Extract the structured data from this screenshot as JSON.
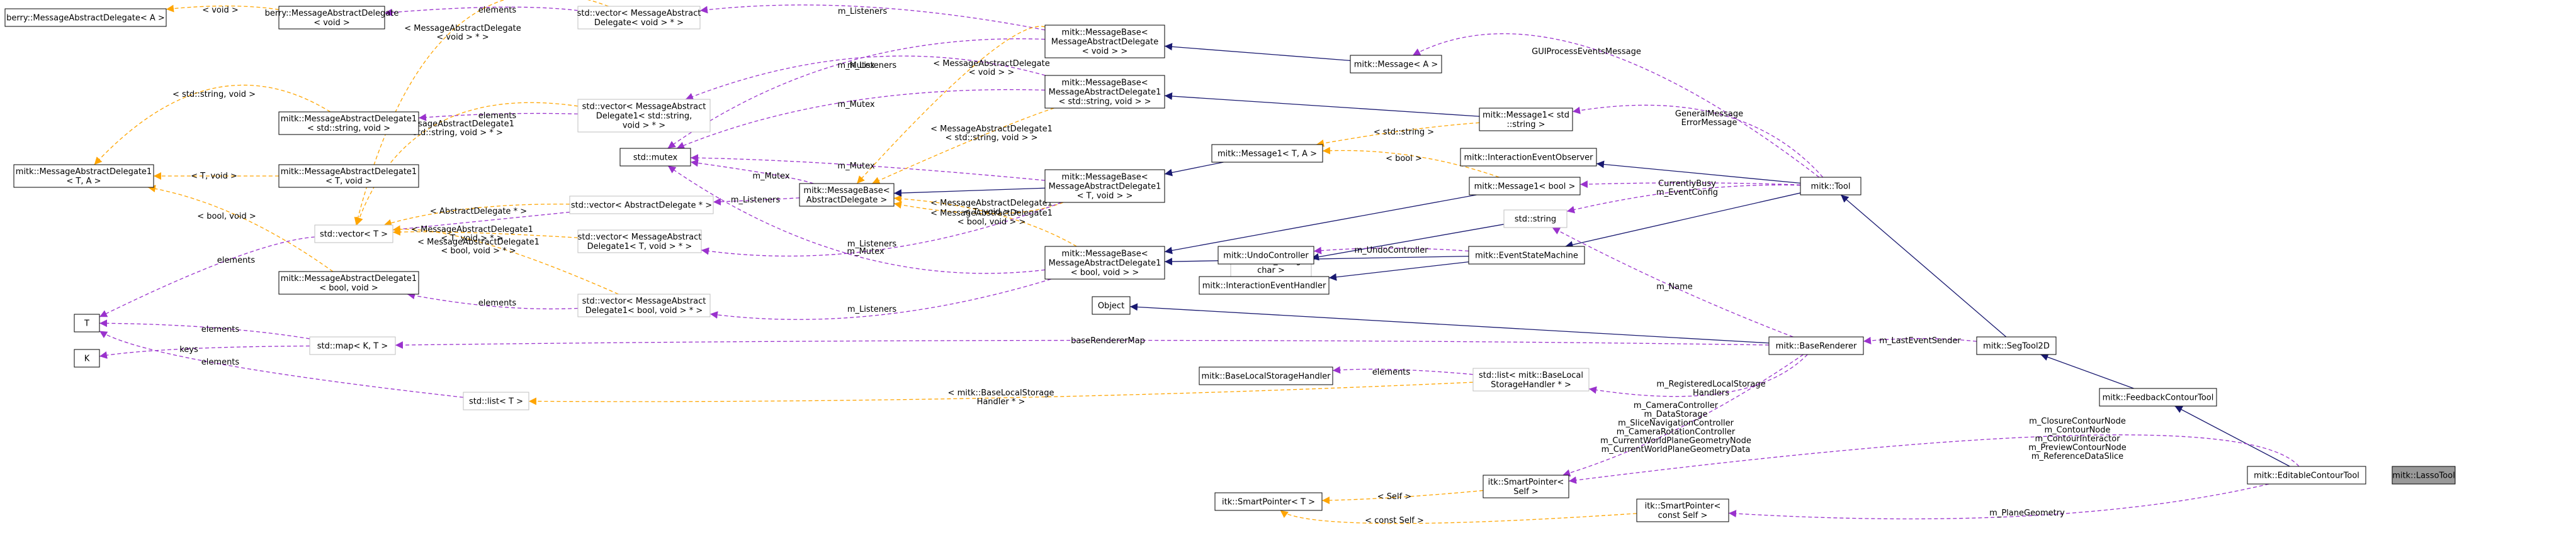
{
  "nodes": [
    {
      "id": "berry_mad",
      "lines": [
        "berry::MessageAbstractDelegate< A >"
      ],
      "template": false
    },
    {
      "id": "berry_mad_void",
      "lines": [
        "berry::MessageAbstractDelegate",
        "< void >"
      ],
      "template": false
    },
    {
      "id": "vec_mad_void",
      "lines": [
        "std::vector< MessageAbstract",
        "Delegate< void > * >"
      ],
      "template": true
    },
    {
      "id": "mb_mad_void",
      "lines": [
        "mitk::MessageBase<",
        "MessageAbstractDelegate",
        "< void > >"
      ],
      "template": false
    },
    {
      "id": "message_a",
      "lines": [
        "mitk::Message< A >"
      ],
      "template": false
    },
    {
      "id": "mad1_string",
      "lines": [
        "mitk::MessageAbstractDelegate1",
        "< std::string, void >"
      ],
      "template": false
    },
    {
      "id": "vec_mad1_string",
      "lines": [
        "std::vector< MessageAbstract",
        "Delegate1< std::string,",
        "void > * >"
      ],
      "template": true
    },
    {
      "id": "mb_mad1_string",
      "lines": [
        "mitk::MessageBase<",
        "MessageAbstractDelegate1",
        "< std::string, void > >"
      ],
      "template": false
    },
    {
      "id": "message1_string",
      "lines": [
        "mitk::Message1< std",
        "::string >"
      ],
      "template": false
    },
    {
      "id": "mad1_ta",
      "lines": [
        "mitk::MessageAbstractDelegate1",
        "< T, A >"
      ],
      "template": false
    },
    {
      "id": "mad1_tvoid",
      "lines": [
        "mitk::MessageAbstractDelegate1",
        "< T, void >"
      ],
      "template": false
    },
    {
      "id": "mutex",
      "lines": [
        "std::mutex"
      ],
      "template": false
    },
    {
      "id": "message1_ta",
      "lines": [
        "mitk::Message1< T, A >"
      ],
      "template": false
    },
    {
      "id": "interaction_observer",
      "lines": [
        "mitk::InteractionEventObserver"
      ],
      "template": false
    },
    {
      "id": "mb_ad",
      "lines": [
        "mitk::MessageBase<",
        "AbstractDelegate >"
      ],
      "template": false
    },
    {
      "id": "mb_mad1_tvoid",
      "lines": [
        "mitk::MessageBase<",
        "MessageAbstractDelegate1",
        "< T, void > >"
      ],
      "template": false
    },
    {
      "id": "message1_bool",
      "lines": [
        "mitk::Message1< bool >"
      ],
      "template": false
    },
    {
      "id": "tool",
      "lines": [
        "mitk::Tool"
      ],
      "template": false
    },
    {
      "id": "vec_ad",
      "lines": [
        "std::vector< AbstractDelegate * >"
      ],
      "template": true
    },
    {
      "id": "vec_t",
      "lines": [
        "std::vector< T >"
      ],
      "template": true
    },
    {
      "id": "string",
      "lines": [
        "std::string"
      ],
      "template": true
    },
    {
      "id": "vec_mad1_tvoid",
      "lines": [
        "std::vector< MessageAbstract",
        "Delegate1< T, void > * >"
      ],
      "template": true
    },
    {
      "id": "basic_string",
      "lines": [
        "std::basic_string<",
        "char >"
      ],
      "template": true
    },
    {
      "id": "undo",
      "lines": [
        "mitk::UndoController"
      ],
      "template": false
    },
    {
      "id": "esm",
      "lines": [
        "mitk::EventStateMachine"
      ],
      "template": false
    },
    {
      "id": "mb_mad1_bool",
      "lines": [
        "mitk::MessageBase<",
        "MessageAbstractDelegate1",
        "< bool, void > >"
      ],
      "template": false
    },
    {
      "id": "mad1_bool",
      "lines": [
        "mitk::MessageAbstractDelegate1",
        "< bool, void >"
      ],
      "template": false
    },
    {
      "id": "vec_mad1_bool",
      "lines": [
        "std::vector< MessageAbstract",
        "Delegate1< bool, void > * >"
      ],
      "template": true
    },
    {
      "id": "interaction_handler",
      "lines": [
        "mitk::InteractionEventHandler"
      ],
      "template": false
    },
    {
      "id": "object",
      "lines": [
        "Object"
      ],
      "template": false
    },
    {
      "id": "t",
      "lines": [
        "T"
      ],
      "template": false
    },
    {
      "id": "map",
      "lines": [
        "std::map< K, T >"
      ],
      "template": true
    },
    {
      "id": "base_renderer",
      "lines": [
        "mitk::BaseRenderer"
      ],
      "template": false
    },
    {
      "id": "segtool2d",
      "lines": [
        "mitk::SegTool2D"
      ],
      "template": false
    },
    {
      "id": "k",
      "lines": [
        "K"
      ],
      "template": false
    },
    {
      "id": "list_t",
      "lines": [
        "std::list< T >"
      ],
      "template": true
    },
    {
      "id": "bls_handler",
      "lines": [
        "mitk::BaseLocalStorageHandler"
      ],
      "template": false
    },
    {
      "id": "list_bls",
      "lines": [
        "std::list< mitk::BaseLocal",
        "StorageHandler * >"
      ],
      "template": true
    },
    {
      "id": "feedback",
      "lines": [
        "mitk::FeedbackContourTool"
      ],
      "template": false
    },
    {
      "id": "smartptr_self",
      "lines": [
        "itk::SmartPointer<",
        "Self >"
      ],
      "template": false
    },
    {
      "id": "editable",
      "lines": [
        "mitk::EditableContourTool"
      ],
      "template": false
    },
    {
      "id": "lasso",
      "lines": [
        "mitk::LassoTool"
      ],
      "template": false,
      "focus": true
    },
    {
      "id": "smartptr_t",
      "lines": [
        "itk::SmartPointer< T >"
      ],
      "template": false
    },
    {
      "id": "smartptr_const",
      "lines": [
        "itk::SmartPointer<",
        "const Self >"
      ],
      "template": false
    }
  ],
  "edges": [
    {
      "id": "e1",
      "kind": "tmpl",
      "label": [
        "< void >"
      ]
    },
    {
      "id": "e2",
      "kind": "use",
      "label": [
        "elements"
      ]
    },
    {
      "id": "e3",
      "kind": "use",
      "label": [
        "m_Listeners"
      ]
    },
    {
      "id": "e4",
      "kind": "inherit",
      "label": []
    },
    {
      "id": "e5",
      "kind": "use",
      "label": [
        "GUIProcessEventsMessage"
      ]
    },
    {
      "id": "e6",
      "kind": "tmpl",
      "label": [
        "< std::string, void >"
      ]
    },
    {
      "id": "e7",
      "kind": "use",
      "label": [
        "elements"
      ]
    },
    {
      "id": "e8",
      "kind": "use",
      "label": [
        "m_Listeners"
      ]
    },
    {
      "id": "e9",
      "kind": "inherit",
      "label": []
    },
    {
      "id": "e10",
      "kind": "tmpl",
      "label": [
        "< std::string >"
      ]
    },
    {
      "id": "e11",
      "kind": "use",
      "label": [
        "GeneralMessage",
        "ErrorMessage"
      ]
    },
    {
      "id": "e12",
      "kind": "tmpl",
      "label": [
        "< T, void >"
      ]
    },
    {
      "id": "e13",
      "kind": "use",
      "label": [
        "m_Mutex"
      ]
    },
    {
      "id": "e14",
      "kind": "use",
      "label": [
        "m_Mutex"
      ]
    },
    {
      "id": "e15",
      "kind": "use",
      "label": [
        "m_Mutex"
      ]
    },
    {
      "id": "e16",
      "kind": "use",
      "label": [
        "m_Mutex"
      ]
    },
    {
      "id": "e17",
      "kind": "use",
      "label": [
        "m_Mutex"
      ]
    },
    {
      "id": "e18",
      "kind": "tmpl",
      "label": [
        "< MessageAbstractDelegate",
        "< void > >"
      ]
    },
    {
      "id": "e19",
      "kind": "tmpl",
      "label": [
        "< MessageAbstractDelegate1",
        "< std::string, void > >"
      ]
    },
    {
      "id": "e20",
      "kind": "tmpl",
      "label": [
        "< MessageAbstractDelegate1",
        "< T, void > >"
      ]
    },
    {
      "id": "e21",
      "kind": "tmpl",
      "label": [
        "< MessageAbstractDelegate1",
        "< bool, void > >"
      ]
    },
    {
      "id": "e22",
      "kind": "inherit",
      "label": []
    },
    {
      "id": "e23",
      "kind": "tmpl",
      "label": [
        "< bool >"
      ]
    },
    {
      "id": "e24",
      "kind": "inherit",
      "label": []
    },
    {
      "id": "e25",
      "kind": "inherit",
      "label": []
    },
    {
      "id": "e26",
      "kind": "use",
      "label": [
        "CurrentlyBusy"
      ]
    },
    {
      "id": "e27",
      "kind": "use",
      "label": [
        "m_EventConfig"
      ]
    },
    {
      "id": "e28",
      "kind": "use",
      "label": [
        "m_Listeners"
      ]
    },
    {
      "id": "e29",
      "kind": "use",
      "label": [
        "elements"
      ]
    },
    {
      "id": "e30",
      "kind": "tmpl",
      "label": [
        "< AbstractDelegate * >"
      ]
    },
    {
      "id": "e31",
      "kind": "tmpl",
      "label": [
        "< MessageAbstractDelegate",
        "< void > * >"
      ]
    },
    {
      "id": "e32",
      "kind": "tmpl",
      "label": [
        "< MessageAbstractDelegate1",
        "< std::string, void > * >"
      ]
    },
    {
      "id": "e33",
      "kind": "tmpl",
      "label": [
        "< MessageAbstractDelegate1",
        "< T, void > * >"
      ]
    },
    {
      "id": "e34",
      "kind": "tmpl",
      "label": [
        "< MessageAbstractDelegate1",
        "< bool, void > * >"
      ]
    },
    {
      "id": "e35",
      "kind": "inherit",
      "label": []
    },
    {
      "id": "e36",
      "kind": "use",
      "label": [
        "m_Listeners"
      ]
    },
    {
      "id": "e37",
      "kind": "tmpl",
      "label": [
        "< bool, void >"
      ]
    },
    {
      "id": "e38",
      "kind": "use",
      "label": [
        "elements"
      ]
    },
    {
      "id": "e39",
      "kind": "use",
      "label": [
        "m_Listeners"
      ]
    },
    {
      "id": "e40",
      "kind": "inherit",
      "label": []
    },
    {
      "id": "e41",
      "kind": "use",
      "label": [
        "m_UndoController"
      ]
    },
    {
      "id": "e42",
      "kind": "inherit",
      "label": []
    },
    {
      "id": "e43",
      "kind": "inherit",
      "label": []
    },
    {
      "id": "e44",
      "kind": "inherit",
      "label": []
    },
    {
      "id": "e45",
      "kind": "use",
      "label": [
        "elements"
      ]
    },
    {
      "id": "e46",
      "kind": "use",
      "label": [
        "keys"
      ]
    },
    {
      "id": "e47",
      "kind": "use",
      "label": [
        "elements"
      ]
    },
    {
      "id": "e48",
      "kind": "use",
      "label": [
        "elements"
      ]
    },
    {
      "id": "e49",
      "kind": "use",
      "label": [
        "baseRendererMap"
      ]
    },
    {
      "id": "e50",
      "kind": "use",
      "label": [
        "m_Name"
      ]
    },
    {
      "id": "e51",
      "kind": "use",
      "label": [
        "m_LastEventSender"
      ]
    },
    {
      "id": "e52",
      "kind": "inherit",
      "label": []
    },
    {
      "id": "e53",
      "kind": "inherit",
      "label": []
    },
    {
      "id": "e54",
      "kind": "inherit",
      "label": []
    },
    {
      "id": "e55",
      "kind": "inherit",
      "label": []
    },
    {
      "id": "e56",
      "kind": "use",
      "label": [
        "elements"
      ]
    },
    {
      "id": "e57",
      "kind": "use",
      "label": [
        "m_RegisteredLocalStorage",
        "Handlers"
      ]
    },
    {
      "id": "e58",
      "kind": "tmpl",
      "label": [
        "< mitk::BaseLocalStorage",
        "Handler * >"
      ]
    },
    {
      "id": "e59",
      "kind": "use",
      "label": [
        "m_CameraController",
        "m_DataStorage",
        "m_SliceNavigationController",
        "m_CameraRotationController",
        "m_CurrentWorldPlaneGeometryNode",
        "m_CurrentWorldPlaneGeometryData"
      ]
    },
    {
      "id": "e60",
      "kind": "use",
      "label": [
        "m_ClosureContourNode",
        "m_ContourNode",
        "m_ContourInteractor",
        "m_PreviewContourNode",
        "m_ReferenceDataSlice"
      ]
    },
    {
      "id": "e61",
      "kind": "tmpl",
      "label": [
        "< Self >"
      ]
    },
    {
      "id": "e62",
      "kind": "tmpl",
      "label": [
        "< const Self >"
      ]
    },
    {
      "id": "e63",
      "kind": "use",
      "label": [
        "m_PlaneGeometry"
      ]
    }
  ]
}
